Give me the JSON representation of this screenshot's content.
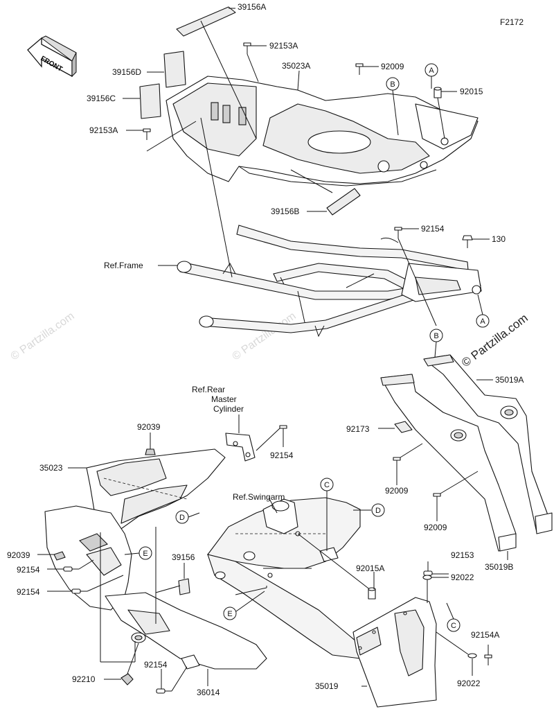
{
  "figure_code": "F2172",
  "front_label": "FRONT",
  "watermarks": [
    "© Partzilla.com",
    "© Partzilla.com",
    "© Partzilla.com"
  ],
  "callouts": {
    "A": "A",
    "B": "B",
    "C": "C",
    "D": "D",
    "E": "E"
  },
  "labels": {
    "p39156A": "39156A",
    "p92153A_top": "92153A",
    "p39156D": "39156D",
    "p35023A": "35023A",
    "p92009_top": "92009",
    "p39156C": "39156C",
    "p92015": "92015",
    "p92153A_left": "92153A",
    "p39156B": "39156B",
    "p92154_mid": "92154",
    "p130": "130",
    "ref_frame": "Ref.Frame",
    "p35019A": "35019A",
    "ref_rear_master": "Ref.Rear",
    "ref_rear_master2": "Master",
    "ref_rear_master3": "Cylinder",
    "p92039_top": "92039",
    "p92173": "92173",
    "p35023": "35023",
    "p92154_rm": "92154",
    "p92009_mid": "92009",
    "ref_swingarm": "Ref.Swingarm",
    "p92009_low": "92009",
    "p92039_left": "92039",
    "p92154_left1": "92154",
    "p39156": "39156",
    "p92015A": "92015A",
    "p92153": "92153",
    "p92022_a": "92022",
    "p35019B": "35019B",
    "p92154_left2": "92154",
    "p92154A": "92154A",
    "p92210": "92210",
    "p92154_bottom": "92154",
    "p36014": "36014",
    "p35019": "35019",
    "p92022_b": "92022"
  }
}
